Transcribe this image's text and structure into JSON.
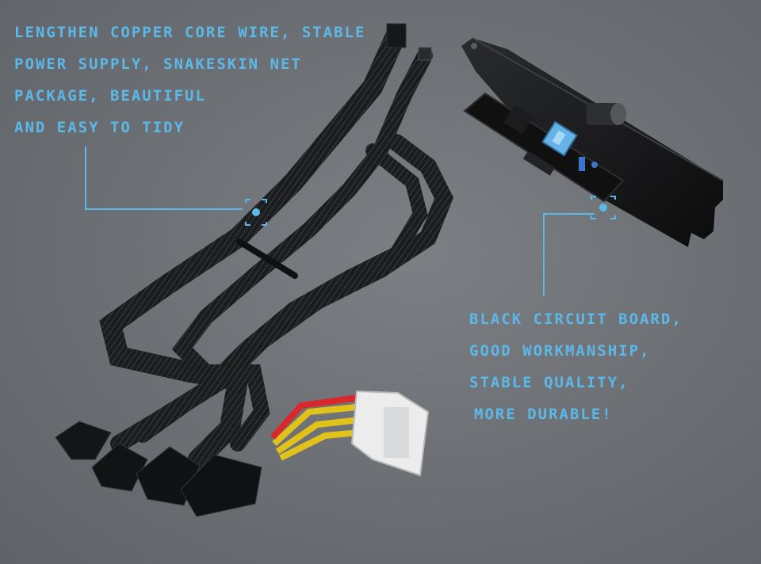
{
  "captions": {
    "cable": {
      "lines": [
        "LENGTHEN COPPER CORE WIRE, STABLE",
        "POWER SUPPLY, SNAKESKIN NET",
        "PACKAGE, BEAUTIFUL",
        "AND EASY TO TIDY"
      ]
    },
    "board": {
      "lines": [
        "BLACK CIRCUIT BOARD,",
        "GOOD WORKMANSHIP,",
        "STABLE QUALITY,",
        "MORE DURABLE!"
      ]
    }
  },
  "colors": {
    "accent": "#5bb9ea",
    "background": "#6e7175",
    "cable": "#1d1e20",
    "board": "#141414"
  },
  "icons": {
    "cable_marker": "focus-target-icon",
    "board_marker": "focus-target-icon"
  }
}
